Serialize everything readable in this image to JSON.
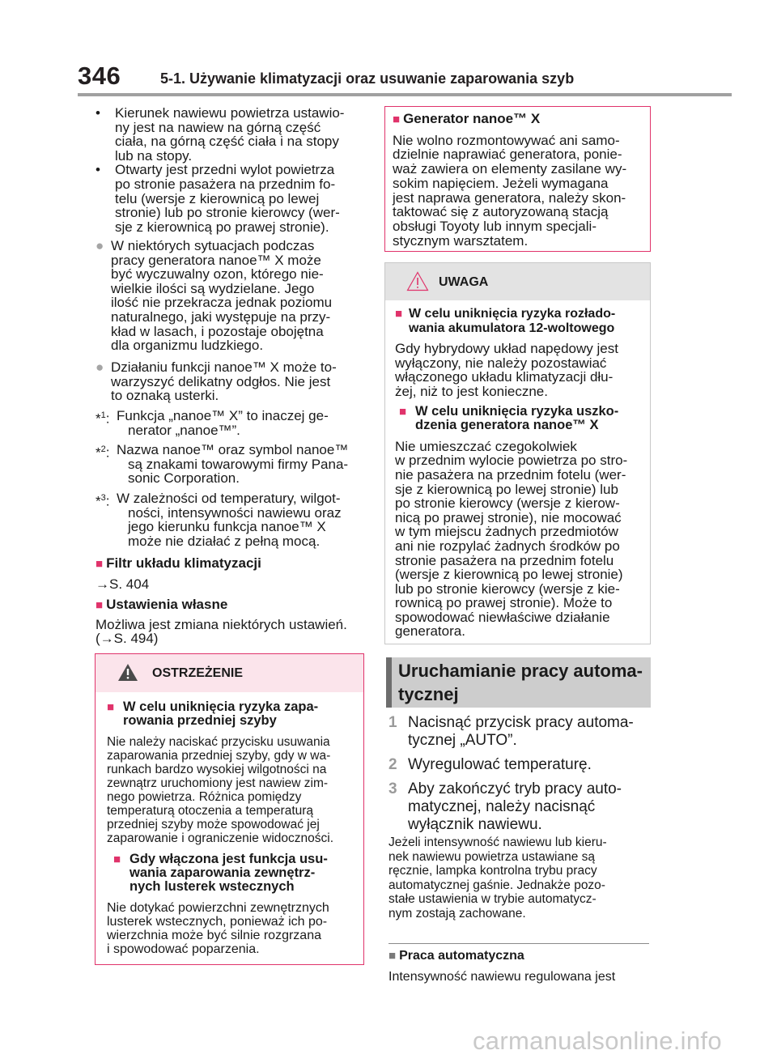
{
  "header": {
    "page_number": "346",
    "chapter": "5-1. Używanie klimatyzacji oraz usuwanie zaparowania szyb"
  },
  "left": {
    "bullets": [
      [
        "Kierunek nawiewu powietrza ustawio-",
        "ny jest na nawiew na górną część",
        "ciała, na górną część ciała i na stopy",
        "lub na stopy."
      ],
      [
        "Otwarty jest przedni wylot powietrza",
        "po stronie pasażera na przednim fo-",
        "telu (wersje z kierownicą po lewej",
        "stronie) lub po stronie kierowcy (wer-",
        "sje z kierownicą po prawej stronie)."
      ]
    ],
    "circle1": [
      "W niektórych sytuacjach podczas",
      "pracy generatora nanoe™ X może",
      "być wyczuwalny ozon, którego nie-",
      "wielkie ilości są wydzielane. Jego",
      "ilość nie przekracza jednak poziomu",
      "naturalnego, jaki występuje na przy-",
      "kład w lasach, i pozostaje obojętna",
      "dla organizmu ludzkiego."
    ],
    "circle2": [
      "Działaniu funkcji nanoe™ X może to-",
      "warzyszyć delikatny odgłos. Nie jest",
      "to oznaką usterki."
    ],
    "footnotes": [
      {
        "mark": "*",
        "sup": "1",
        "lines": [
          "Funkcja „nanoe™ X” to inaczej ge-",
          "nerator „nanoe™”."
        ]
      },
      {
        "mark": "*",
        "sup": "2",
        "lines": [
          "Nazwa nanoe™ oraz symbol nanoe™",
          "są znakami towarowymi firmy Pana-",
          "sonic Corporation."
        ]
      },
      {
        "mark": "*",
        "sup": "3",
        "lines": [
          "W zależności od temperatury, wilgot-",
          "ności, intensywności nawiewu oraz",
          "jego kierunku funkcja nanoe™ X",
          "może nie działać z pełną mocą."
        ]
      }
    ],
    "filter_head": "Filtr układu klimatyzacji",
    "filter_ref": "→S. 404",
    "custom_head": "Ustawienia własne",
    "custom_lines": [
      "Możliwa jest zmiana niektórych ustawień.",
      "(→S. 494)"
    ]
  },
  "warning": {
    "title": "OSTRZEŻENIE",
    "head1": [
      "W celu uniknięcia ryzyka zapa-",
      "rowania przedniej szyby"
    ],
    "text1": [
      "Nie należy naciskać przycisku usuwania",
      "zaparowania przedniej szyby, gdy w wa-",
      "runkach bardzo wysokiej wilgotności na",
      "zewnątrz uruchomiony jest nawiew zim-",
      "nego powietrza. Różnica pomiędzy",
      "temperaturą otoczenia a temperaturą",
      "przedniej szyby może spowodować jej",
      "zaparowanie i ograniczenie widoczności."
    ],
    "head2": [
      "Gdy włączona jest funkcja usu-",
      "wania zaparowania zewnętrz-",
      "nych lusterek wstecznych"
    ],
    "text2": [
      "Nie dotykać powierzchni zewnętrznych",
      "lusterek wstecznych, ponieważ ich po-",
      "wierzchnia może być silnie rozgrzana",
      "i spowodować poparzenia."
    ]
  },
  "generator_box": {
    "head": "Generator nanoe™ X",
    "lines": [
      "Nie wolno rozmontowywać ani samo-",
      "dzielnie naprawiać generatora, ponie-",
      "waż zawiera on elementy zasilane wy-",
      "sokim napięciem. Jeżeli wymagana",
      "jest naprawa generatora, należy skon-",
      "taktować się z autoryzowaną stacją",
      "obsługi Toyoty lub innym specjali-",
      "stycznym warsztatem."
    ]
  },
  "notice": {
    "title": "UWAGA",
    "head1": [
      "W celu uniknięcia ryzyka rozłado-",
      "wania akumulatora 12-woltowego"
    ],
    "text1": [
      "Gdy hybrydowy układ napędowy jest",
      "wyłączony, nie należy pozostawiać",
      "włączonego układu klimatyzacji dłu-",
      "żej, niż to jest konieczne."
    ],
    "head2": [
      "W celu uniknięcia ryzyka uszko-",
      "dzenia generatora nanoe™ X"
    ],
    "text2": [
      "Nie umieszczać czegokolwiek",
      "w przednim wylocie powietrza po stro-",
      "nie pasażera na przednim fotelu (wer-",
      "sje z kierownicą po lewej stronie) lub",
      "po stronie kierowcy (wersje z kierow-",
      "nicą po prawej stronie), nie mocować",
      "w tym miejscu żadnych przedmiotów",
      "ani nie rozpylać żadnych środków po",
      "stronie pasażera na przednim fotelu",
      "(wersje z kierownicą po lewej stronie)",
      "lub po stronie kierowcy (wersje z kie-",
      "rownicą po prawej stronie). Może to",
      "spowodować niewłaściwe działanie",
      "generatora."
    ]
  },
  "section": {
    "title_lines": [
      "Uruchamianie pracy automa-",
      "tycznej"
    ],
    "steps": [
      {
        "num": "1",
        "lines": [
          "Nacisnąć przycisk pracy automa-",
          "tycznej „AUTO”."
        ]
      },
      {
        "num": "2",
        "lines": [
          "Wyregulować temperaturę."
        ]
      },
      {
        "num": "3",
        "lines": [
          "Aby zakończyć tryb pracy auto-",
          "matycznej, należy nacisnąć",
          "wyłącznik nawiewu."
        ]
      }
    ],
    "note": [
      "Jeżeli intensywność nawiewu lub kieru-",
      "nek nawiewu powietrza ustawiane są",
      "ręcznie, lampka kontrolna trybu pracy",
      "automatycznej gaśnie. Jednakże pozo-",
      "stałe ustawienia w trybie automatycz-",
      "nym zostają zachowane."
    ],
    "auto_head": "Praca automatyczna",
    "auto_text": "Intensywność nawiewu regulowana jest"
  },
  "watermark": "carmanualsonline.info",
  "colors": {
    "accent": "#e0336b",
    "gray_rule": "#a0a0a0"
  }
}
